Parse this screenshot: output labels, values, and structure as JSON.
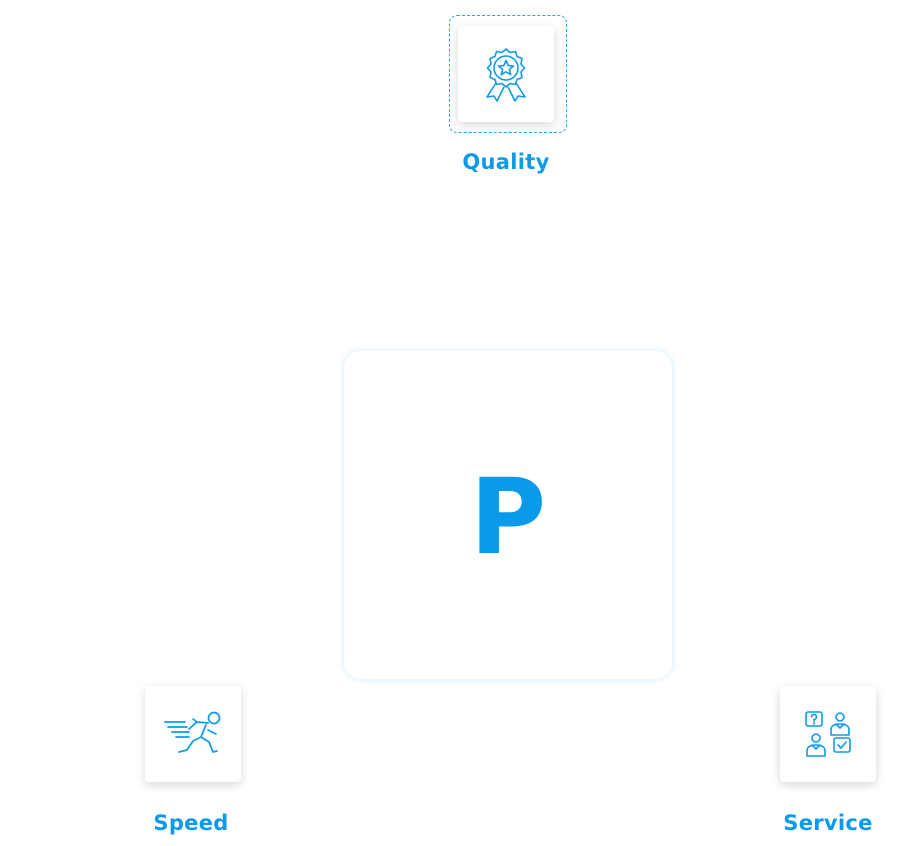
{
  "center": {
    "logo_letter": "P"
  },
  "features": [
    {
      "label": "Quality",
      "icon": "award-ribbon-icon"
    },
    {
      "label": "Speed",
      "icon": "running-person-icon"
    },
    {
      "label": "Service",
      "icon": "customer-support-icon"
    }
  ],
  "colors": {
    "accent": "#0d9ae8",
    "background": "#ffffff"
  }
}
